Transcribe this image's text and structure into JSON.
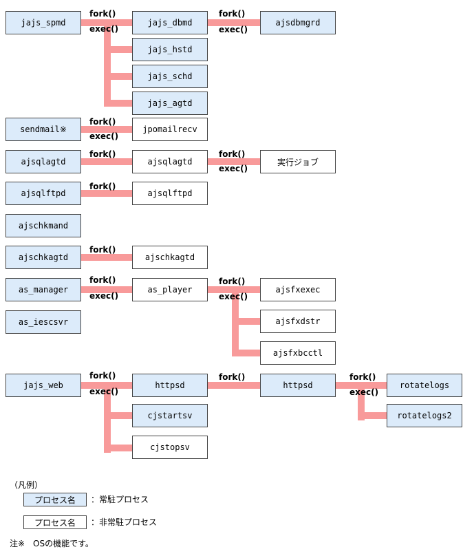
{
  "labels": {
    "fork": "fork()",
    "exec": "exec()"
  },
  "processes": [
    {
      "id": "jajs_spmd",
      "name": "jajs_spmd",
      "resident": true
    },
    {
      "id": "jajs_dbmd",
      "name": "jajs_dbmd",
      "resident": true
    },
    {
      "id": "ajsdbmgrd",
      "name": "ajsdbmgrd",
      "resident": true
    },
    {
      "id": "jajs_hstd",
      "name": "jajs_hstd",
      "resident": true
    },
    {
      "id": "jajs_schd",
      "name": "jajs_schd",
      "resident": true
    },
    {
      "id": "jajs_agtd",
      "name": "jajs_agtd",
      "resident": true
    },
    {
      "id": "sendmail",
      "name": "sendmail※",
      "resident": true
    },
    {
      "id": "jpomailrecv",
      "name": "jpomailrecv",
      "resident": false
    },
    {
      "id": "ajsqlagtd_parent",
      "name": "ajsqlagtd",
      "resident": true
    },
    {
      "id": "ajsqlagtd_child",
      "name": "ajsqlagtd",
      "resident": false
    },
    {
      "id": "jikkou_job",
      "name": "実行ジョブ",
      "resident": false
    },
    {
      "id": "ajsqlftpd_parent",
      "name": "ajsqlftpd",
      "resident": true
    },
    {
      "id": "ajsqlftpd_child",
      "name": "ajsqlftpd",
      "resident": false
    },
    {
      "id": "ajschkmand",
      "name": "ajschkmand",
      "resident": true
    },
    {
      "id": "ajschkagtd",
      "name": "ajschkagtd",
      "resident": true
    },
    {
      "id": "ajschkagtd_child",
      "name": "ajschkagtd",
      "resident": false
    },
    {
      "id": "as_manager",
      "name": "as_manager",
      "resident": true
    },
    {
      "id": "as_player",
      "name": "as_player",
      "resident": false
    },
    {
      "id": "ajsfxexec",
      "name": "ajsfxexec",
      "resident": false
    },
    {
      "id": "ajsfxdstr",
      "name": "ajsfxdstr",
      "resident": false
    },
    {
      "id": "ajsfxbcctl",
      "name": "ajsfxbcctl",
      "resident": false
    },
    {
      "id": "as_iescsvr",
      "name": "as_iescsvr",
      "resident": true
    },
    {
      "id": "jajs_web",
      "name": "jajs_web",
      "resident": true
    },
    {
      "id": "httpsd_1",
      "name": "httpsd",
      "resident": true
    },
    {
      "id": "httpsd_2",
      "name": "httpsd",
      "resident": true
    },
    {
      "id": "rotatelogs",
      "name": "rotatelogs",
      "resident": true
    },
    {
      "id": "cjstartsv",
      "name": "cjstartsv",
      "resident": true
    },
    {
      "id": "cjstopsv",
      "name": "cjstopsv",
      "resident": false
    },
    {
      "id": "rotatelogs2",
      "name": "rotatelogs2",
      "resident": true
    }
  ],
  "legend": {
    "title": "（凡例）",
    "box_label": "プロセス名",
    "resident_text": "：常駐プロセス",
    "nonresident_text": "：非常駐プロセス"
  },
  "note": "注※　OSの機能です。",
  "colors": {
    "resident_fill": "#dcebfa",
    "nonresident_fill": "#ffffff",
    "connector": "#f89a9a",
    "border": "#404040"
  }
}
